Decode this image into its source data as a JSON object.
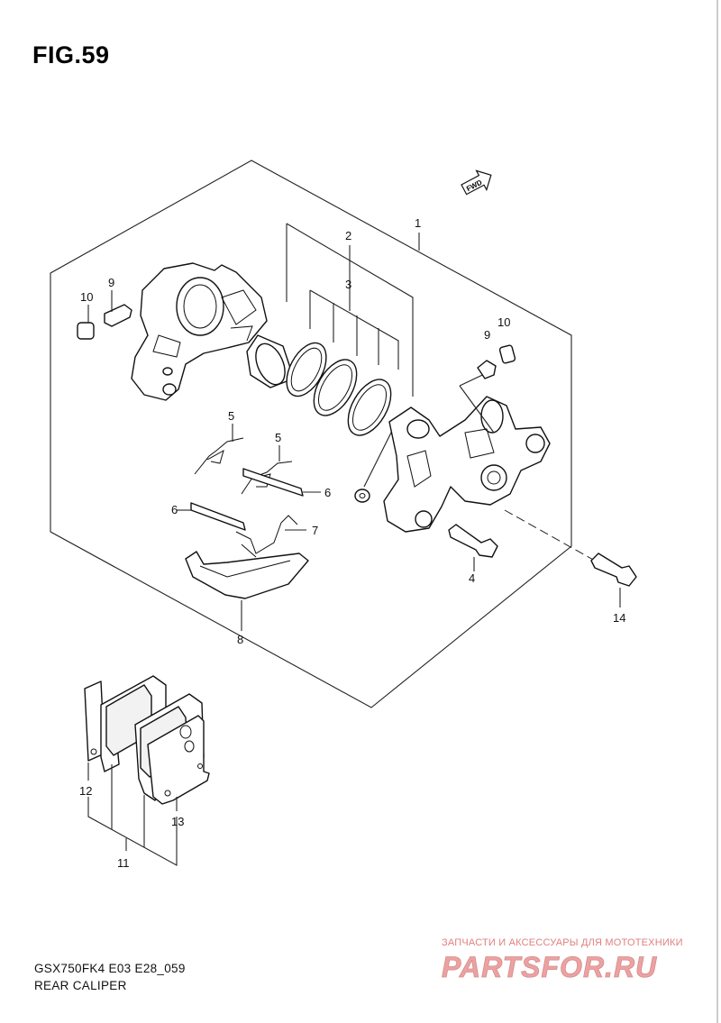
{
  "figure": {
    "title": "FIG.59",
    "model_code": "GSX750FK4 E03 E28_059",
    "caption": "REAR CALIPER",
    "fwd_label": "FWD"
  },
  "callouts": [
    "1",
    "2",
    "3",
    "4",
    "5",
    "5",
    "6",
    "6",
    "7",
    "8",
    "9",
    "9",
    "10",
    "10",
    "11",
    "12",
    "13",
    "14"
  ],
  "watermark": {
    "tagline": "ЗАПЧАСТИ И АКСЕССУАРЫ ДЛЯ МОТОТЕХНИКИ",
    "logo_text": "PARTSFOR.RU",
    "color": "#e05555"
  }
}
